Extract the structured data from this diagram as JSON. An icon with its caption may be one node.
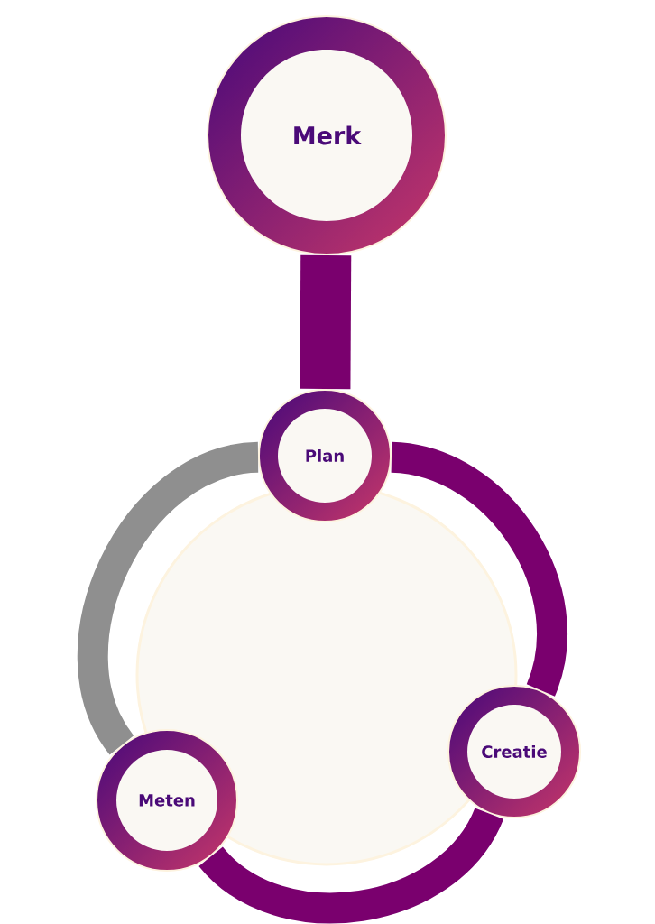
{
  "diagram": {
    "nodes": [
      {
        "text": [
          "Merk"
        ]
      },
      {
        "text": [
          "Plan"
        ]
      },
      {
        "text": [
          "Creatie"
        ]
      },
      {
        "text": [
          "Meten"
        ]
      }
    ],
    "edges": [
      {
        "from": 0,
        "to": 1,
        "arrow": "none"
      },
      {
        "from": 1,
        "to": 2,
        "arrow": "none"
      },
      {
        "from": 2,
        "to": 3,
        "arrow": "none"
      },
      {
        "from": 3,
        "to": 1,
        "arrow": "none",
        "color": "#8f8f8f"
      }
    ]
  }
}
